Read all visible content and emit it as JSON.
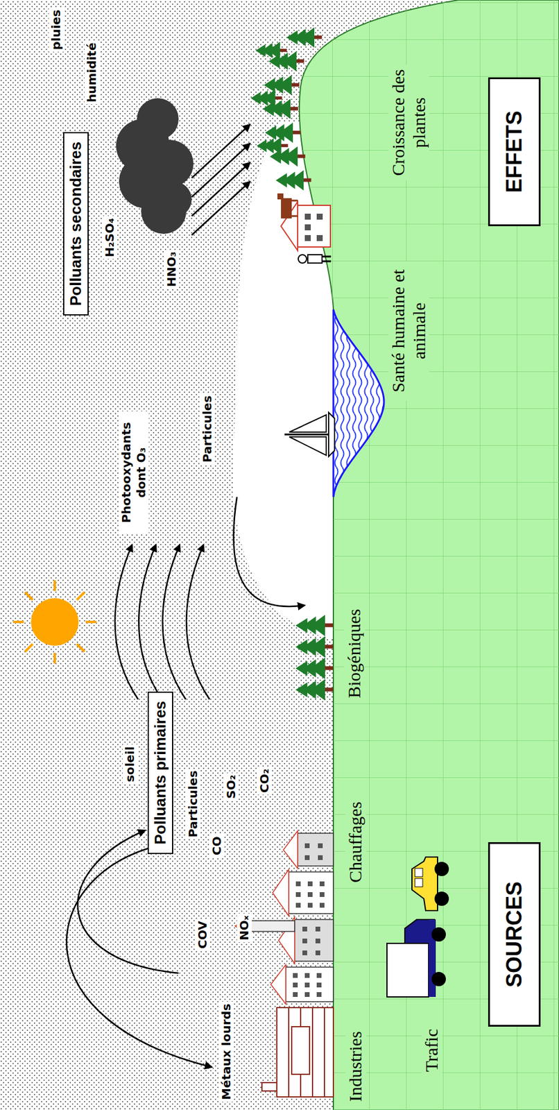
{
  "diagram": {
    "nodes": [
      {
        "text": [
          "Polluants primaires"
        ]
      },
      {
        "text": [
          "Polluants secondaires"
        ]
      },
      {
        "text": [
          "SOURCES"
        ]
      },
      {
        "text": [
          "EFFETS"
        ]
      }
    ],
    "labels": [
      "Métaux lourds",
      "COV",
      "NOₓ",
      "CO",
      "Particules",
      "SO₂",
      "CO₂",
      "soleil",
      "H₂SO₄",
      "Photooxydants dont O₃",
      "HNO₃",
      "Particules",
      "humidité",
      "pluies",
      "Industries",
      "Trafic",
      "Chauffages",
      "Biogéniques",
      "Santé humaine et animale",
      "Croissance des plantes"
    ]
  }
}
